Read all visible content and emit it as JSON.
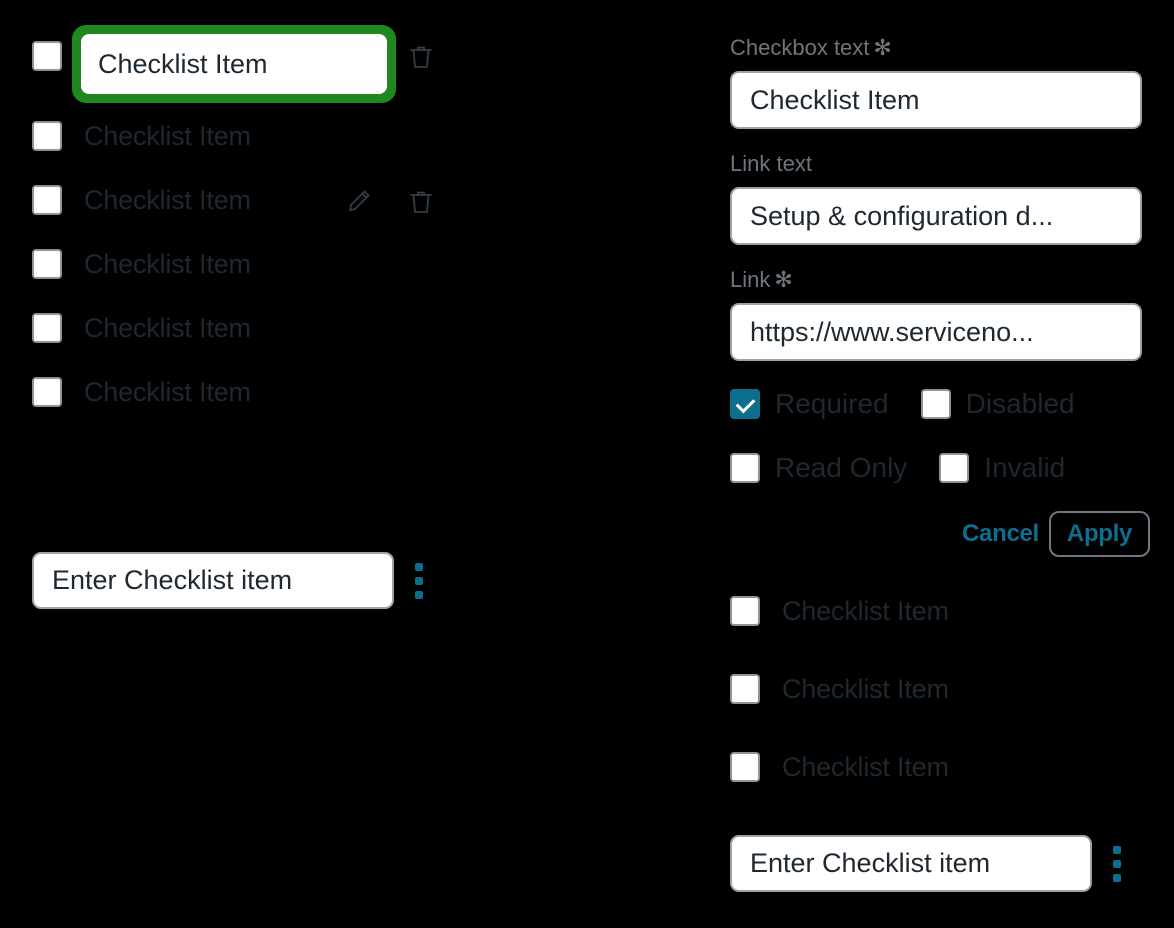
{
  "colors": {
    "background": "#000000",
    "focus_ring_green": "#218721",
    "accent_teal": "#0d6e8e",
    "text_dark": "#1d2830",
    "label_gray": "#6d767e",
    "input_border": "#9aa3aa",
    "checkbox_border": "#8b949c",
    "field_white": "#ffffff"
  },
  "left_panel": {
    "editing_item": {
      "value": "Checklist Item",
      "delete_icon": "trash-icon",
      "focused": true
    },
    "items": [
      {
        "label": "Checklist Item",
        "checked": false,
        "icons": []
      },
      {
        "label": "Checklist Item",
        "checked": false,
        "icons": [
          "pencil-icon",
          "trash-icon"
        ]
      },
      {
        "label": "Checklist Item",
        "checked": false,
        "icons": []
      },
      {
        "label": "Checklist Item",
        "checked": false,
        "icons": []
      },
      {
        "label": "Checklist Item",
        "checked": false,
        "icons": []
      }
    ],
    "add_input": {
      "value": "Enter Checklist item",
      "placeholder": "Enter Checklist item",
      "menu_icon": "kebab-menu-icon"
    }
  },
  "right_panel": {
    "fields": [
      {
        "label": "Checkbox text",
        "required_marker": "✻",
        "required": true,
        "value": "Checklist Item",
        "placeholder": "Checkbox text"
      },
      {
        "label": "Link text",
        "required_marker": "",
        "required": false,
        "value": "Setup & configuration d...",
        "placeholder": "Link text"
      },
      {
        "label": "Link",
        "required_marker": "✻",
        "required": true,
        "value": "https://www.serviceno...",
        "placeholder": "Link"
      }
    ],
    "options": [
      {
        "label": "Required",
        "checked": true
      },
      {
        "label": "Disabled",
        "checked": false
      },
      {
        "label": "Read Only",
        "checked": false
      },
      {
        "label": "Invalid",
        "checked": false
      }
    ],
    "actions": {
      "cancel_label": "Cancel",
      "apply_label": "Apply"
    },
    "items": [
      {
        "label": "Checklist Item",
        "checked": false
      },
      {
        "label": "Checklist Item",
        "checked": false
      },
      {
        "label": "Checklist Item",
        "checked": false
      }
    ],
    "add_input": {
      "value": "Enter Checklist item",
      "placeholder": "Enter Checklist item",
      "menu_icon": "kebab-menu-icon"
    }
  }
}
